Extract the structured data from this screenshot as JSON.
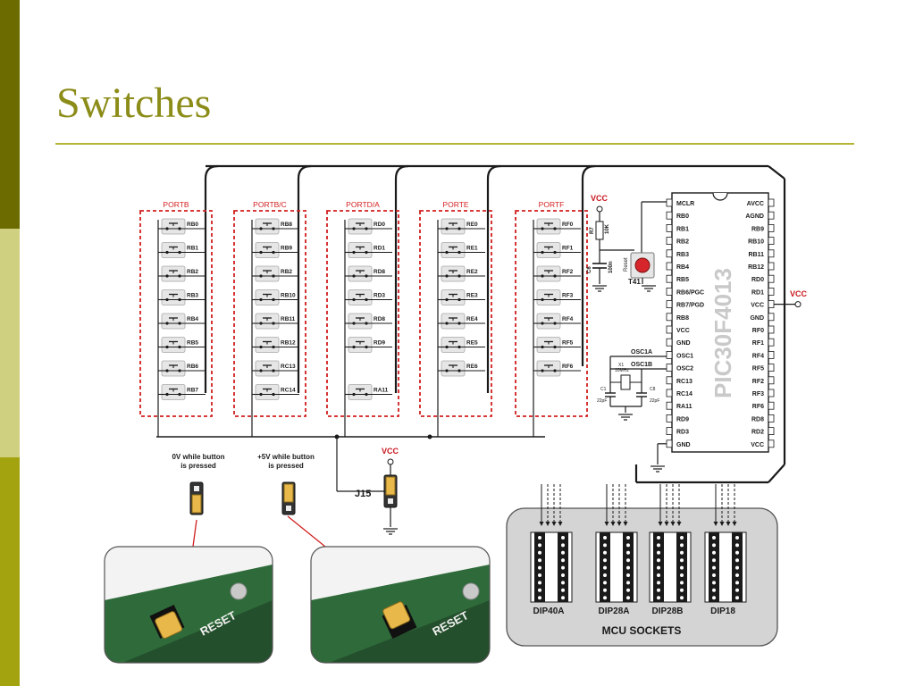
{
  "slide": {
    "title": "Switches"
  },
  "ports": [
    {
      "name": "PORTB",
      "pins": [
        "RB0",
        "RB1",
        "RB2",
        "RB3",
        "RB4",
        "RB5",
        "RB6",
        "RB7"
      ]
    },
    {
      "name": "PORTB/C",
      "pins": [
        "RB8",
        "RB9",
        "RB2",
        "RB10",
        "RB11",
        "RB12",
        "RC13",
        "RC14"
      ]
    },
    {
      "name": "PORTD/A",
      "pins": [
        "RD0",
        "RD1",
        "RD8",
        "RD3",
        "RD8",
        "RD9",
        "",
        "RA11"
      ]
    },
    {
      "name": "PORTE",
      "pins": [
        "RE0",
        "RE1",
        "RE2",
        "RE3",
        "RE4",
        "RE5",
        "RE6",
        ""
      ]
    },
    {
      "name": "PORTF",
      "pins": [
        "RF0",
        "RF1",
        "RF2",
        "RF3",
        "RF4",
        "RF5",
        "RF6",
        ""
      ]
    }
  ],
  "mcu": {
    "name": "PIC30F4013",
    "left_pins": [
      "MCLR",
      "RB0",
      "RB1",
      "RB2",
      "RB3",
      "RB4",
      "RB5",
      "RB6/PGC",
      "RB7/PGD",
      "RB8",
      "VCC",
      "GND",
      "OSC1",
      "OSC2",
      "RC13",
      "RC14",
      "RA11",
      "RD9",
      "RD3",
      "GND"
    ],
    "right_pins": [
      "AVCC",
      "AGND",
      "RB9",
      "RB10",
      "RB11",
      "RB12",
      "RD0",
      "RD1",
      "VCC",
      "GND",
      "RF0",
      "RF1",
      "RF4",
      "RF5",
      "RF2",
      "RF3",
      "RF6",
      "RD8",
      "RD2",
      "VCC"
    ]
  },
  "components": {
    "vcc": "VCC",
    "resistor": "R7",
    "resistor_value": "10K",
    "capacitor": "C6",
    "capacitor_value": "100n",
    "reset_text": "Reset",
    "reset_switch": "T41",
    "osc1": "OSC1A",
    "osc2": "OSC1B",
    "crystal": "X1",
    "crystal_value": "10MHz",
    "c1": "C1",
    "c1_value": "22pF",
    "c8": "C8",
    "c8_value": "22pF"
  },
  "jumper": {
    "label": "J15",
    "note_0v": "0V while button\nis pressed",
    "note_5v": "+5V while  button\nis pressed"
  },
  "sockets": {
    "title": "MCU SOCKETS",
    "items": [
      "DIP40A",
      "DIP28A",
      "DIP28B",
      "DIP18"
    ]
  },
  "photo": {
    "reset_label": "RESET"
  },
  "colors": {
    "title": "#8c8c19",
    "port_border": "#d21f1f",
    "wire": "#1a1a1a",
    "jumper": "#e8b84a"
  }
}
